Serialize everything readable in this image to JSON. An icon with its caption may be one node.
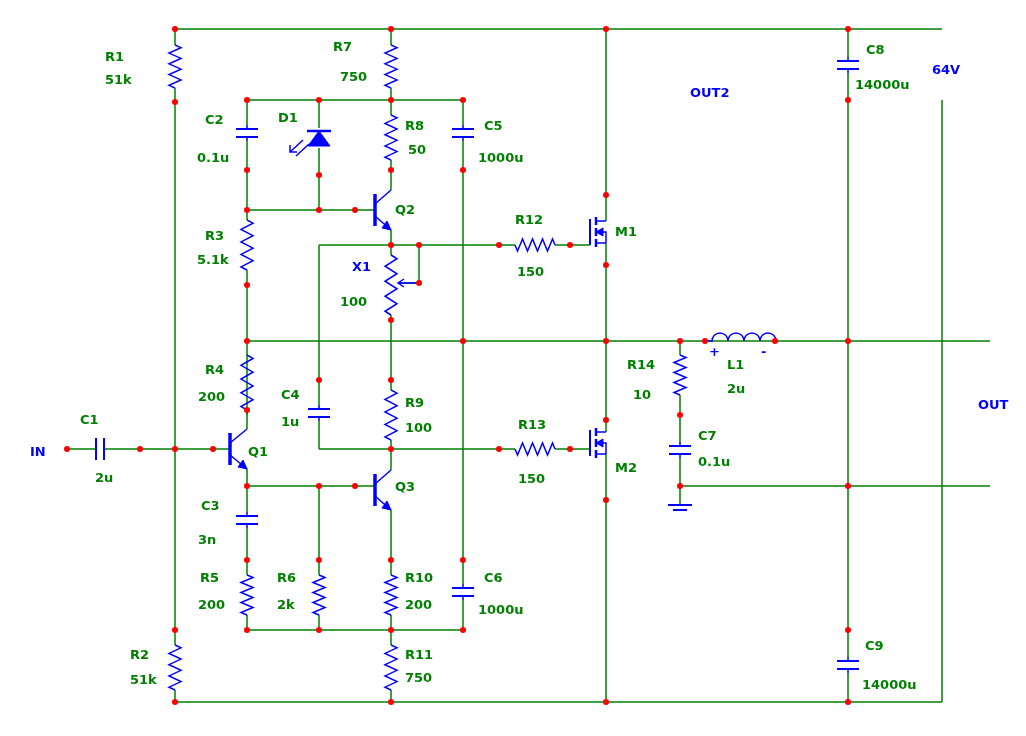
{
  "diagram": {
    "labels": [
      "R7",
      "R1",
      "C8",
      "51k",
      "750",
      "64V",
      "14000u",
      "OUT2",
      "C2",
      "D1",
      "R8",
      "C5",
      "50",
      "0.1u",
      "1000u",
      "Q2",
      "R12",
      "M1",
      "R3",
      "5.1k",
      "X1",
      "150",
      "100",
      "R14",
      "L1",
      "+",
      "-",
      "R4",
      "10",
      "2u",
      "200",
      "C4",
      "R9",
      "OUT",
      "C1",
      "1u",
      "100",
      "R13",
      "C7",
      "IN",
      "Q1",
      "0.1u",
      "M2",
      "2u",
      "150",
      "Q3",
      "C3",
      "3n",
      "R5",
      "R6",
      "R10",
      "C6",
      "200",
      "2k",
      "200",
      "1000u",
      "C9",
      "R2",
      "R11",
      "51k",
      "750",
      "14000u"
    ]
  }
}
